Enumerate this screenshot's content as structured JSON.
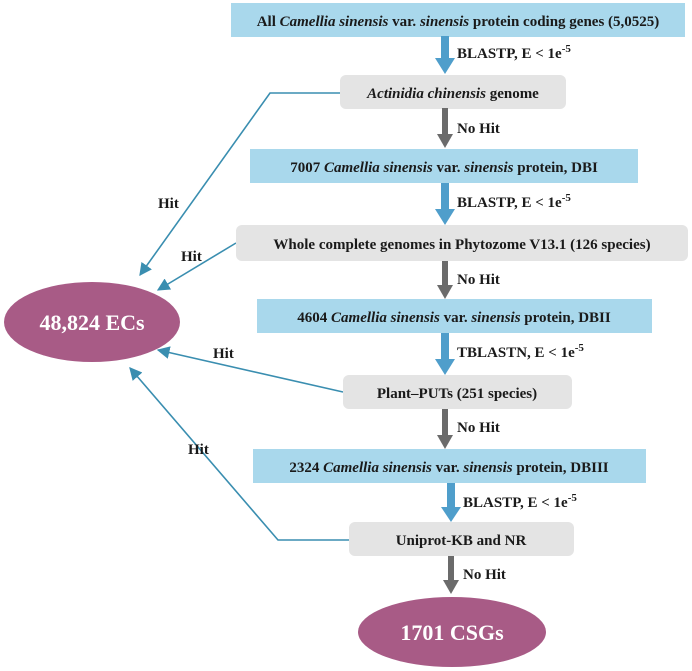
{
  "colors": {
    "blue_box": "#a9d8ec",
    "gray_box": "#e4e4e4",
    "ellipse": "#a85b86",
    "blue_arrow": "#4f9ecb",
    "gray_arrow": "#6b6b6b",
    "hit_line": "#3a8eb0"
  },
  "nodes": {
    "db0": [
      {
        "t": "All ",
        "i": false
      },
      {
        "t": "Camellia sinensis",
        "i": true
      },
      {
        "t": " var. ",
        "i": false
      },
      {
        "t": "sinensis",
        "i": true
      },
      {
        "t": " protein coding genes (5,0525)",
        "i": false
      }
    ],
    "actinidia": [
      {
        "t": "Actinidia chinensis",
        "i": true
      },
      {
        "t": " genome",
        "i": false
      }
    ],
    "dbi": [
      {
        "t": "7007 ",
        "i": false
      },
      {
        "t": "Camellia sinensis",
        "i": true
      },
      {
        "t": " var. ",
        "i": false
      },
      {
        "t": "sinensis",
        "i": true
      },
      {
        "t": " protein, DBI",
        "i": false
      }
    ],
    "phytozome": [
      {
        "t": "Whole complete genomes in Phytozome V13.1 (126 species)",
        "i": false
      }
    ],
    "dbii": [
      {
        "t": "4604 ",
        "i": false
      },
      {
        "t": "Camellia sinensis",
        "i": true
      },
      {
        "t": " var. ",
        "i": false
      },
      {
        "t": "sinensis",
        "i": true
      },
      {
        "t": " protein, DBII",
        "i": false
      }
    ],
    "plantputs": [
      {
        "t": "Plant–PUTs (251 species)",
        "i": false
      }
    ],
    "dbiii": [
      {
        "t": "2324 ",
        "i": false
      },
      {
        "t": "Camellia sinensis",
        "i": true
      },
      {
        "t": " var. ",
        "i": false
      },
      {
        "t": "sinensis",
        "i": true
      },
      {
        "t": " protein, DBIII",
        "i": false
      }
    ],
    "uniprot": [
      {
        "t": "Uniprot-KB and NR",
        "i": false
      }
    ],
    "ecs": "48,824 ECs",
    "csgs": "1701 CSGs"
  },
  "edges": {
    "blast1": {
      "base": "BLASTP, E < 1e",
      "sup": "-5"
    },
    "nohit1": "No Hit",
    "blast2": {
      "base": "BLASTP, E < 1e",
      "sup": "-5"
    },
    "nohit2": "No Hit",
    "blast3": {
      "base": "TBLASTN, E < 1e",
      "sup": "-5"
    },
    "nohit3": "No Hit",
    "blast4": {
      "base": "BLASTP, E < 1e",
      "sup": "-5"
    },
    "nohit4": "No Hit",
    "hit": "Hit"
  }
}
